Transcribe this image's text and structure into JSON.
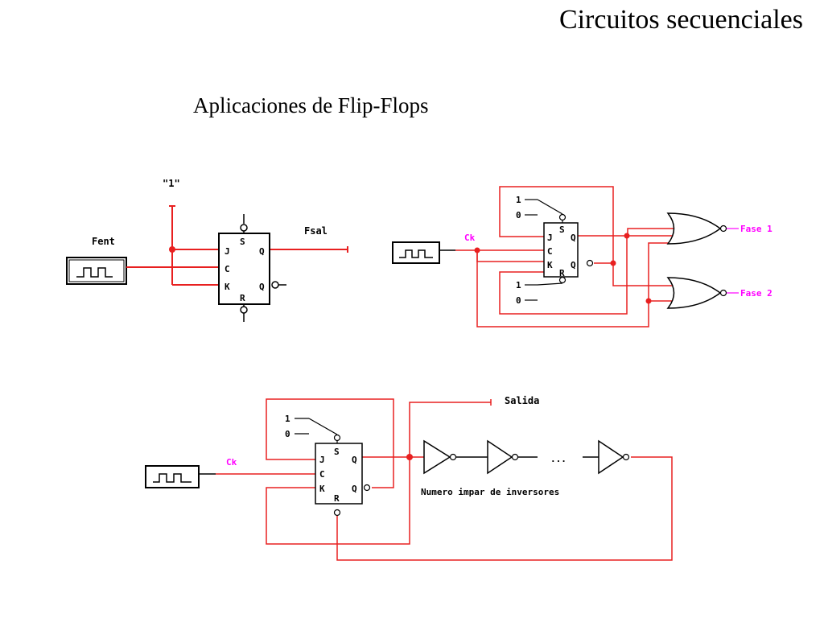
{
  "header": {
    "title": "Circuitos secuenciales",
    "subtitle": "Aplicaciones de Flip-Flops"
  },
  "colors": {
    "wire_red": "#e82020",
    "wire_black": "#000000",
    "label_magenta": "#ff00ff"
  },
  "diagram1": {
    "constant_label": "\"1\"",
    "input_label": "Fent",
    "output_label": "Fsal",
    "ff_pins": {
      "s": "S",
      "r": "R",
      "j": "J",
      "c": "C",
      "k": "K",
      "q": "Q",
      "qn": "Q"
    }
  },
  "diagram2": {
    "clock_label": "Ck",
    "switch_one": "1",
    "switch_zero": "0",
    "output1_label": "Fase 1",
    "output2_label": "Fase 2",
    "ff_pins": {
      "s": "S",
      "r": "R",
      "j": "J",
      "c": "C",
      "k": "K",
      "q": "Q",
      "qn": "Q"
    }
  },
  "diagram3": {
    "clock_label": "Ck",
    "switch_one": "1",
    "switch_zero": "0",
    "output_label": "Salida",
    "inverter_note": "Numero impar de inversores",
    "ellipsis": "...",
    "ff_pins": {
      "s": "S",
      "r": "R",
      "j": "J",
      "c": "C",
      "k": "K",
      "q": "Q",
      "qn": "Q"
    }
  }
}
